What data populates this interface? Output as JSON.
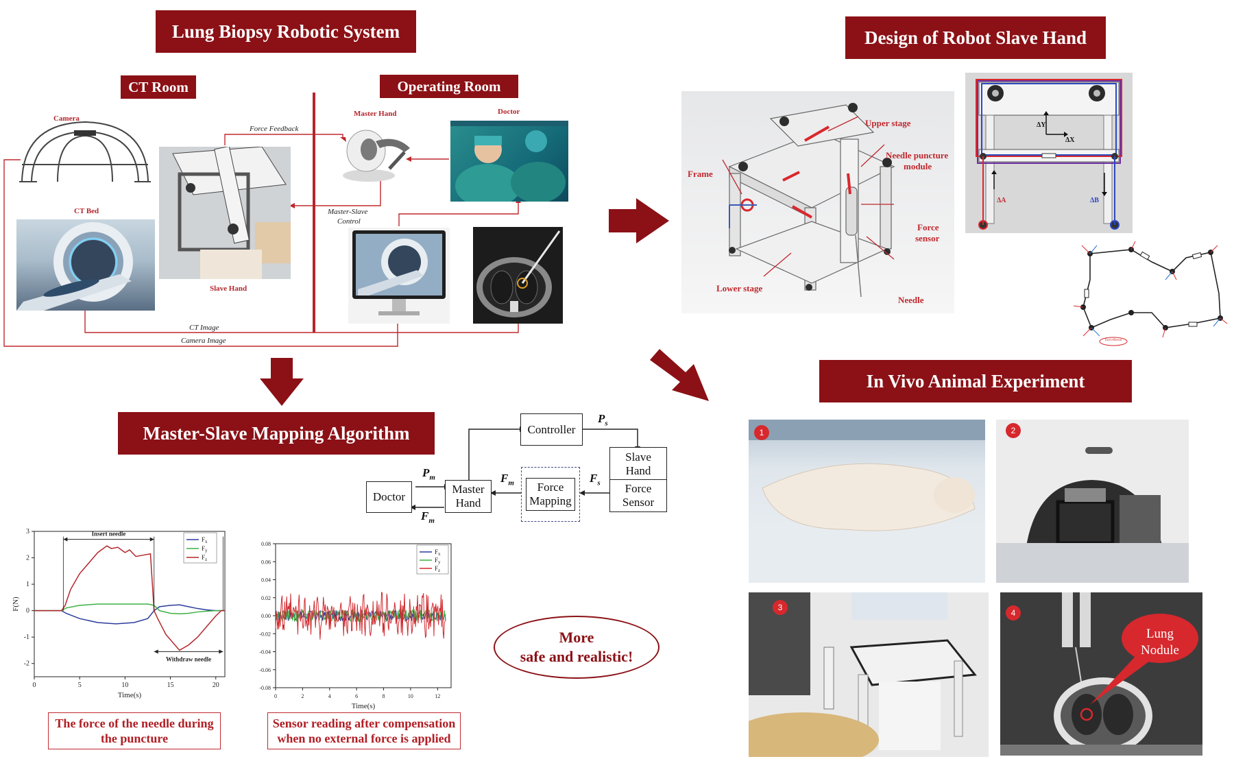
{
  "banners": {
    "lung_biopsy": "Lung Biopsy Robotic System",
    "design_slave": "Design of Robot Slave Hand",
    "ct_room": "CT Room",
    "operating_room": "Operating Room",
    "mapping": "Master-Slave Mapping Algorithm",
    "animal": "In Vivo Animal Experiment"
  },
  "system_labels": {
    "camera": "Camera",
    "ct_bed": "CT Bed",
    "slave_hand": "Slave Hand",
    "master_hand": "Master Hand",
    "doctor": "Doctor",
    "force_feedback": "Force Feedback",
    "master_slave_control_1": "Master-Slave",
    "master_slave_control_2": "Control",
    "ct_image": "CT Image",
    "camera_image": "Camera Image"
  },
  "robot_labels": {
    "upper_stage": "Upper stage",
    "frame": "Frame",
    "needle_puncture_1": "Needle puncture",
    "needle_puncture_2": "module",
    "force_sensor_1": "Force",
    "force_sensor_2": "sensor",
    "lower_stage": "Lower stage",
    "needle": "Needle",
    "delta_y": "ΔY",
    "delta_x": "ΔX",
    "delta_a": "ΔA",
    "delta_b": "ΔB",
    "end_effector": "End effector"
  },
  "flow": {
    "controller": "Controller",
    "slave_hand_1": "Slave",
    "slave_hand_2": "Hand",
    "force_sensor_1": "Force",
    "force_sensor_2": "Sensor",
    "force_mapping_1": "Force",
    "force_mapping_2": "Mapping",
    "master_hand_1": "Master",
    "master_hand_2": "Hand",
    "doctor": "Doctor",
    "ps": "P",
    "ps_sub": "s",
    "pm": "P",
    "pm_sub": "m",
    "fm_top": "F",
    "fm_top_sub": "m",
    "fm_bottom": "F",
    "fm_bottom_sub": "m",
    "fs": "F",
    "fs_sub": "s"
  },
  "callouts": {
    "more_safe_1": "More",
    "more_safe_2": "safe and realistic!",
    "lung_nodule_1": "Lung",
    "lung_nodule_2": "Nodule"
  },
  "captions": {
    "needle_force_1": "The force of the needle during",
    "needle_force_2": "the puncture",
    "sensor_reading_1": "Sensor reading after compensation",
    "sensor_reading_2": "when no external force is applied"
  },
  "badges": [
    "1",
    "2",
    "3",
    "4"
  ],
  "colors": {
    "banner": "#8b1116",
    "accent_red": "#c0282d",
    "fx": "#2b3b9c",
    "fy": "#3cb043",
    "fz": "#b3262c"
  },
  "chart_data": [
    {
      "type": "line",
      "xlabel": "Time(s)",
      "ylabel": "F(N)",
      "xlim": [
        0,
        21
      ],
      "ylim": [
        -2.5,
        3
      ],
      "xticks": [
        "0",
        "5",
        "10",
        "15",
        "20"
      ],
      "yticks": [
        "3",
        "2",
        "1",
        "0",
        "-1",
        "-2"
      ],
      "annotations": [
        "Insert needle",
        "Withdraw needle"
      ],
      "legend": [
        "F",
        "F",
        "F"
      ],
      "legend_sub": [
        "x",
        "y",
        "z"
      ],
      "insert_range": [
        3.2,
        13.2
      ],
      "withdraw_range": [
        13.2,
        20.8
      ],
      "series": [
        {
          "name": "Fx",
          "color": "#2b3b9c",
          "x": [
            0,
            3,
            3.5,
            5,
            7,
            9,
            11,
            12.5,
            13.2,
            13.8,
            15,
            16,
            17,
            18,
            19,
            20,
            20.5,
            21
          ],
          "y": [
            0,
            0,
            -0.1,
            -0.3,
            -0.45,
            -0.5,
            -0.45,
            -0.3,
            0,
            0.15,
            0.2,
            0.22,
            0.15,
            0.08,
            0.03,
            0,
            0,
            0
          ]
        },
        {
          "name": "Fy",
          "color": "#3cb043",
          "x": [
            0,
            3,
            3.5,
            5,
            7,
            9,
            11,
            12.5,
            13.2,
            13.8,
            15,
            16,
            17,
            18,
            19,
            20,
            20.5,
            21
          ],
          "y": [
            0,
            0,
            0.1,
            0.2,
            0.25,
            0.25,
            0.25,
            0.25,
            0.2,
            0,
            -0.1,
            -0.12,
            -0.1,
            -0.05,
            -0.02,
            0,
            0,
            0
          ]
        },
        {
          "name": "Fz",
          "color": "#b3262c",
          "x": [
            0,
            3,
            3.4,
            4,
            5,
            6,
            7,
            8,
            8.5,
            9.2,
            10,
            10.5,
            11.2,
            12,
            12.8,
            13.2,
            13.6,
            14.5,
            15.5,
            16,
            17,
            18,
            19,
            20,
            20.6,
            21
          ],
          "y": [
            0,
            0,
            0.2,
            0.8,
            1.4,
            1.8,
            2.2,
            2.45,
            2.35,
            2.4,
            2.2,
            2.3,
            2.05,
            2.1,
            2.15,
            0,
            -0.3,
            -0.9,
            -1.3,
            -1.5,
            -1.3,
            -1.0,
            -0.6,
            -0.2,
            0,
            0
          ]
        }
      ]
    },
    {
      "type": "line",
      "xlabel": "Time(s)",
      "ylabel": "",
      "xlim": [
        0,
        13
      ],
      "ylim": [
        -0.08,
        0.08
      ],
      "xticks": [
        "0",
        "2",
        "4",
        "6",
        "8",
        "10",
        "12"
      ],
      "yticks": [
        "0.08",
        "0.06",
        "0.04",
        "0.02",
        "0.00",
        "-0.02",
        "-0.04",
        "-0.06",
        "-0.08"
      ],
      "legend": [
        "F",
        "F",
        "F"
      ],
      "legend_sub": [
        "x",
        "y",
        "z"
      ],
      "series": [
        {
          "name": "Fx",
          "color": "#2b3b9c",
          "amplitude": 0.006
        },
        {
          "name": "Fy",
          "color": "#3cb043",
          "amplitude": 0.007
        },
        {
          "name": "Fz",
          "color": "#d0282d",
          "amplitude": 0.02
        }
      ]
    }
  ]
}
